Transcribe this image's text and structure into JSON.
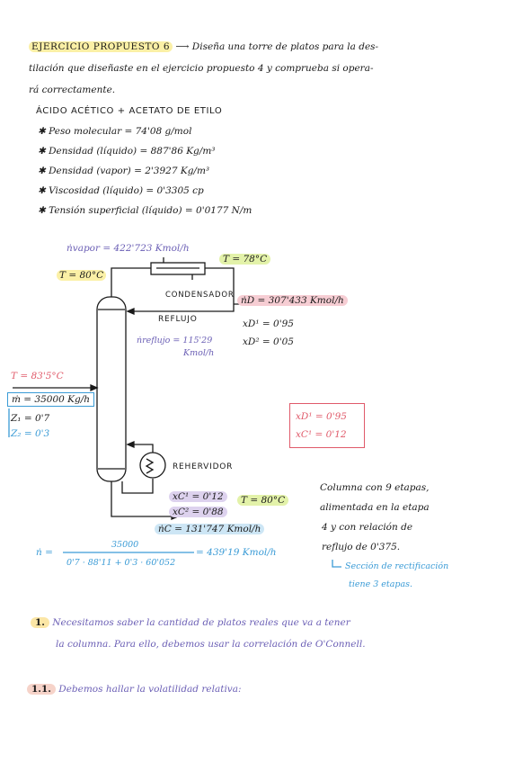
{
  "header": {
    "title": "EJERCICIO PROPUESTO 6",
    "statement_l1": "Diseña una torre de platos para la des-",
    "statement_l2": "tilación que diseñaste en el ejercicio propuesto 4 y comprueba si opera-",
    "statement_l3": "rá correctamente."
  },
  "properties": {
    "heading": "ÁCIDO ACÉTICO + ACETATO DE ETILO",
    "items": [
      "Peso molecular = 74'08 g/mol",
      "Densidad (líquido) = 887'86 Kg/m³",
      "Densidad (vapor) = 2'3927 Kg/m³",
      "Viscosidad (líquido) = 0'3305 cp",
      "Tensión superficial (líquido) = 0'0177 N/m"
    ]
  },
  "diagram": {
    "n_vapor": "ṅvapor = 422'723 Kmol/h",
    "t_cond_left": "T = 80°C",
    "t_cond_right": "T = 78°C",
    "condenser_label": "CONDENSADOR",
    "n_d": "ṅD = 307'433 Kmol/h",
    "reflux_label": "REFLUJO",
    "xd1": "xD¹ = 0'95",
    "xd2": "xD² = 0'05",
    "n_reflux_l1": "ṅreflujo = 115'29",
    "n_reflux_l2": "Kmol/h",
    "t_feed": "T = 83'5°C",
    "m_feed": "ṁ = 35000 Kg/h",
    "z1": "Z₁ = 0'7",
    "z2": "Z₂ = 0'3",
    "box_xd1": "xD¹ = 0'95",
    "box_xc1": "xC¹ = 0'12",
    "reboiler_label": "REHERVIDOR",
    "xc1": "xC¹ = 0'12",
    "xc2": "xC² = 0'88",
    "t_bottom": "T = 80°C",
    "n_c": "ṅC = 131'747 Kmol/h"
  },
  "column_note": {
    "l1": "Columna con 9 etapas,",
    "l2": "alimentada en la etapa",
    "l3": "4 y con relación de",
    "l4": "reflujo de 0'375.",
    "sub_l1": "Sección de rectificación",
    "sub_l2": "tiene 3 etapas."
  },
  "formula": {
    "lhs": "ṅ =",
    "numerator": "35000",
    "denominator": "0'7 · 88'11 + 0'3 · 60'052",
    "result": "= 439'19 Kmol/h"
  },
  "step1": {
    "number": "1.",
    "l1": "Necesitamos saber la cantidad de platos reales que va a tener",
    "l2": "la columna. Para ello, debemos usar la correlación de O'Connell."
  },
  "step11": {
    "number": "1.1.",
    "text": "Debemos hallar la volatilidad relativa:"
  }
}
